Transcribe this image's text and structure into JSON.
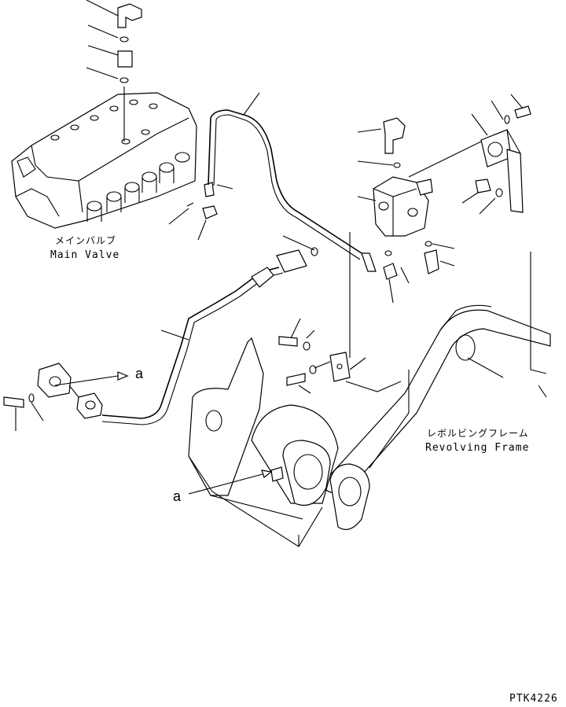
{
  "labels": {
    "main_valve_jp": "メインバルブ",
    "main_valve_en": "Main Valve",
    "revolving_frame_jp": "レボルビングフレーム",
    "revolving_frame_en": "Revolving Frame",
    "callout_a_1": "a",
    "callout_a_2": "a",
    "drawing_code": "PTK4226"
  }
}
